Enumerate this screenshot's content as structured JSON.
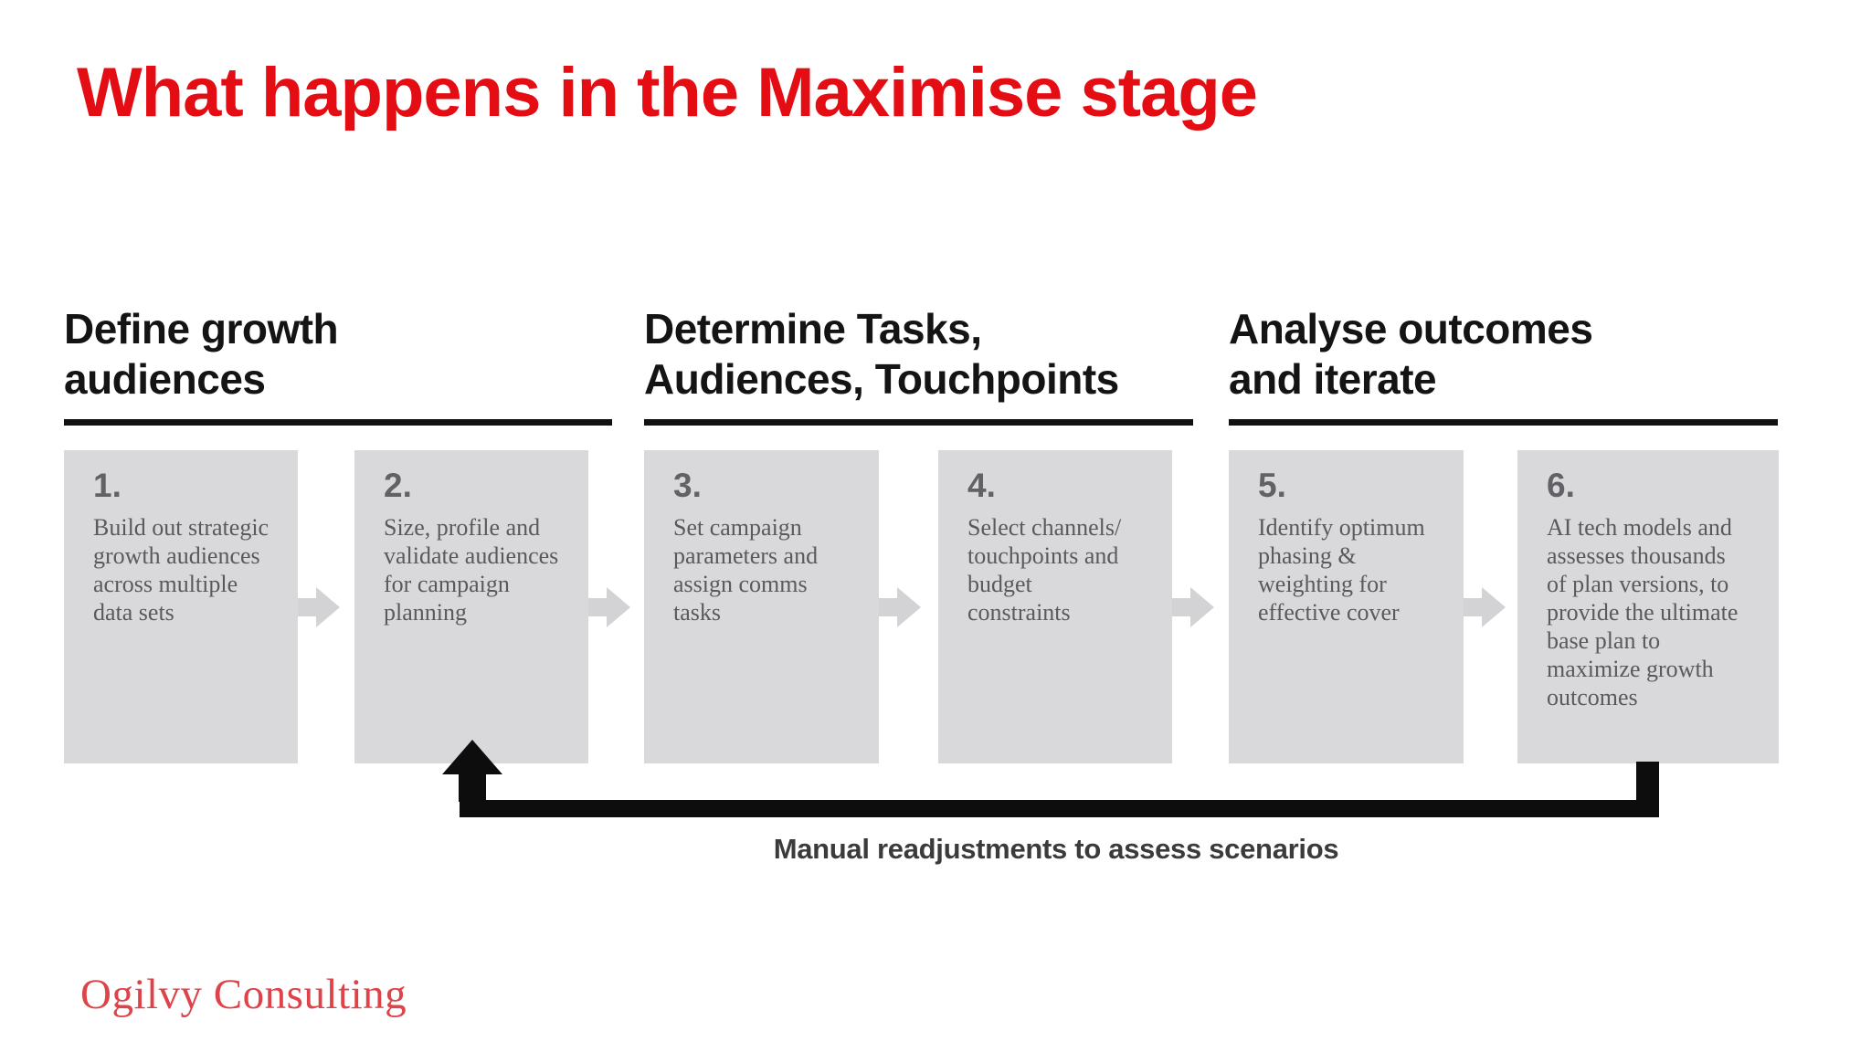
{
  "title": "What happens in the Maximise stage",
  "groups": [
    {
      "header_lines": [
        "Define growth",
        "audiences"
      ],
      "boxes": [
        {
          "number": "1.",
          "text": "Build out strategic\ngrowth audiences\nacross multiple\ndata sets"
        },
        {
          "number": "2.",
          "text": "Size, profile and\nvalidate audiences\nfor campaign\nplanning"
        }
      ]
    },
    {
      "header_lines": [
        "Determine Tasks,",
        "Audiences, Touchpoints"
      ],
      "boxes": [
        {
          "number": "3.",
          "text": "Set campaign\nparameters and\nassign comms\ntasks"
        },
        {
          "number": "4.",
          "text": "Select channels/\ntouchpoints and\nbudget\nconstraints"
        }
      ]
    },
    {
      "header_lines": [
        "Analyse outcomes",
        "and iterate"
      ],
      "boxes": [
        {
          "number": "5.",
          "text": "Identify optimum\nphasing &\nweighting for\neffective cover"
        },
        {
          "number": "6.",
          "text": "AI tech models and\nassesses thousands\nof plan versions, to\nprovide the ultimate\nbase plan to\nmaximize growth\noutcomes"
        }
      ]
    }
  ],
  "feedback": {
    "label": "Manual readjustments to assess scenarios"
  },
  "footer": {
    "logo": "Ogilvy Consulting"
  },
  "icons": {
    "flow_arrow": "right-arrow",
    "feedback_arrow": "elbow-up-arrow"
  },
  "colors": {
    "title_red": "#e30d13",
    "logo_red": "#dd4348",
    "header_black": "#141414",
    "box_bg": "#d9d8da",
    "box_text_gray": "#5a595d",
    "number_gray": "#626165",
    "flow_arrow_gray": "#d3d3d6",
    "feedback_black": "#0d0d0d",
    "label_gray": "#3b3b3b",
    "background": "#ffffff"
  }
}
